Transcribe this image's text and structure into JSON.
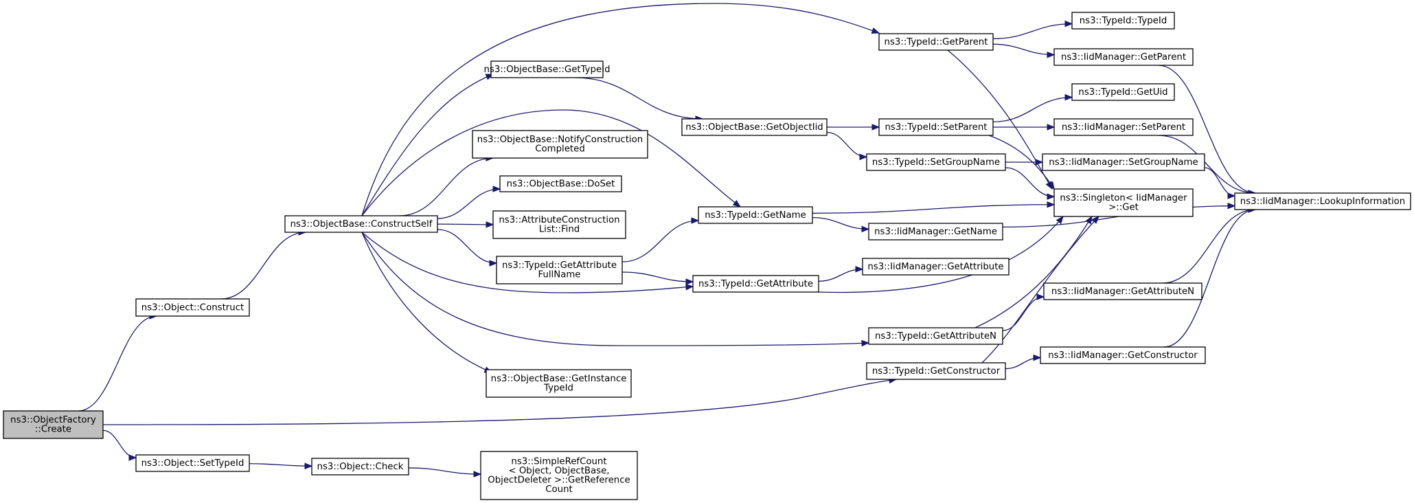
{
  "diagram": {
    "type": "call-graph",
    "nodes": [
      {
        "id": "n_create",
        "lines": [
          "ns3::ObjectFactory",
          "::Create"
        ],
        "root": true
      },
      {
        "id": "n_construct",
        "lines": [
          "ns3::Object::Construct"
        ]
      },
      {
        "id": "n_settypeid",
        "lines": [
          "ns3::Object::SetTypeId"
        ]
      },
      {
        "id": "n_check",
        "lines": [
          "ns3::Object::Check"
        ]
      },
      {
        "id": "n_refcount",
        "lines": [
          "ns3::SimpleRefCount",
          "< Object, ObjectBase,",
          " ObjectDeleter >::GetReference",
          "Count"
        ]
      },
      {
        "id": "n_constructself",
        "lines": [
          "ns3::ObjectBase::ConstructSelf"
        ]
      },
      {
        "id": "n_ob_gettypeid",
        "lines": [
          "ns3::ObjectBase::GetTypeId"
        ]
      },
      {
        "id": "n_notify",
        "lines": [
          "ns3::ObjectBase::NotifyConstruction",
          "Completed"
        ]
      },
      {
        "id": "n_doset",
        "lines": [
          "ns3::ObjectBase::DoSet"
        ]
      },
      {
        "id": "n_find",
        "lines": [
          "ns3::AttributeConstruction",
          "List::Find"
        ]
      },
      {
        "id": "n_getattrfullname",
        "lines": [
          "ns3::TypeId::GetAttribute",
          "FullName"
        ]
      },
      {
        "id": "n_getinstancetypeid",
        "lines": [
          "ns3::ObjectBase::GetInstance",
          "TypeId"
        ]
      },
      {
        "id": "n_getobjectiid",
        "lines": [
          "ns3::ObjectBase::GetObjectIid"
        ]
      },
      {
        "id": "n_getname",
        "lines": [
          "ns3::TypeId::GetName"
        ]
      },
      {
        "id": "n_getattribute",
        "lines": [
          "ns3::TypeId::GetAttribute"
        ]
      },
      {
        "id": "n_getparent",
        "lines": [
          "ns3::TypeId::GetParent"
        ]
      },
      {
        "id": "n_setparent",
        "lines": [
          "ns3::TypeId::SetParent"
        ]
      },
      {
        "id": "n_setgroupname",
        "lines": [
          "ns3::TypeId::SetGroupName"
        ]
      },
      {
        "id": "n_getattributen",
        "lines": [
          "ns3::TypeId::GetAttributeN"
        ]
      },
      {
        "id": "n_getconstructor",
        "lines": [
          "ns3::TypeId::GetConstructor"
        ]
      },
      {
        "id": "n_typeid_typeid",
        "lines": [
          "ns3::TypeId::TypeId"
        ]
      },
      {
        "id": "n_iid_getparent",
        "lines": [
          "ns3::IidManager::GetParent"
        ]
      },
      {
        "id": "n_getuid",
        "lines": [
          "ns3::TypeId::GetUid"
        ]
      },
      {
        "id": "n_iid_setparent",
        "lines": [
          "ns3::IidManager::SetParent"
        ]
      },
      {
        "id": "n_iid_setgroupname",
        "lines": [
          "ns3::IidManager::SetGroupName"
        ]
      },
      {
        "id": "n_singleton_get",
        "lines": [
          "ns3::Singleton< IidManager",
          " >::Get"
        ]
      },
      {
        "id": "n_iid_getname",
        "lines": [
          "ns3::IidManager::GetName"
        ]
      },
      {
        "id": "n_iid_getattribute",
        "lines": [
          "ns3::IidManager::GetAttribute"
        ]
      },
      {
        "id": "n_iid_getattributen",
        "lines": [
          "ns3::IidManager::GetAttributeN"
        ]
      },
      {
        "id": "n_iid_getconstructor",
        "lines": [
          "ns3::IidManager::GetConstructor"
        ]
      },
      {
        "id": "n_lookup",
        "lines": [
          "ns3::IidManager::LookupInformation"
        ]
      }
    ],
    "edges": [
      {
        "from": "n_create",
        "to": "n_construct"
      },
      {
        "from": "n_create",
        "to": "n_getconstructor"
      },
      {
        "from": "n_create",
        "to": "n_settypeid"
      },
      {
        "from": "n_construct",
        "to": "n_constructself"
      },
      {
        "from": "n_settypeid",
        "to": "n_check"
      },
      {
        "from": "n_check",
        "to": "n_refcount"
      },
      {
        "from": "n_constructself",
        "to": "n_getparent"
      },
      {
        "from": "n_constructself",
        "to": "n_ob_gettypeid"
      },
      {
        "from": "n_constructself",
        "to": "n_getname"
      },
      {
        "from": "n_constructself",
        "to": "n_notify"
      },
      {
        "from": "n_constructself",
        "to": "n_doset"
      },
      {
        "from": "n_constructself",
        "to": "n_find"
      },
      {
        "from": "n_constructself",
        "to": "n_getattrfullname"
      },
      {
        "from": "n_constructself",
        "to": "n_getattribute"
      },
      {
        "from": "n_constructself",
        "to": "n_getattributen"
      },
      {
        "from": "n_constructself",
        "to": "n_getinstancetypeid"
      },
      {
        "from": "n_ob_gettypeid",
        "to": "n_getobjectiid"
      },
      {
        "from": "n_getobjectiid",
        "to": "n_setparent"
      },
      {
        "from": "n_getobjectiid",
        "to": "n_setgroupname"
      },
      {
        "from": "n_getattrfullname",
        "to": "n_getname"
      },
      {
        "from": "n_getattrfullname",
        "to": "n_getattribute"
      },
      {
        "from": "n_getname",
        "to": "n_singleton_get"
      },
      {
        "from": "n_getname",
        "to": "n_iid_getname"
      },
      {
        "from": "n_getattribute",
        "to": "n_iid_getattribute"
      },
      {
        "from": "n_getattribute",
        "to": "n_singleton_get"
      },
      {
        "from": "n_getparent",
        "to": "n_typeid_typeid"
      },
      {
        "from": "n_getparent",
        "to": "n_iid_getparent"
      },
      {
        "from": "n_getparent",
        "to": "n_singleton_get"
      },
      {
        "from": "n_setparent",
        "to": "n_getuid"
      },
      {
        "from": "n_setparent",
        "to": "n_iid_setparent"
      },
      {
        "from": "n_setparent",
        "to": "n_singleton_get"
      },
      {
        "from": "n_setgroupname",
        "to": "n_iid_setgroupname"
      },
      {
        "from": "n_setgroupname",
        "to": "n_singleton_get"
      },
      {
        "from": "n_getattributen",
        "to": "n_singleton_get"
      },
      {
        "from": "n_getattributen",
        "to": "n_iid_getattributen"
      },
      {
        "from": "n_getconstructor",
        "to": "n_singleton_get"
      },
      {
        "from": "n_getconstructor",
        "to": "n_iid_getconstructor"
      },
      {
        "from": "n_iid_getparent",
        "to": "n_lookup"
      },
      {
        "from": "n_iid_setparent",
        "to": "n_lookup"
      },
      {
        "from": "n_iid_setgroupname",
        "to": "n_lookup"
      },
      {
        "from": "n_iid_getname",
        "to": "n_lookup"
      },
      {
        "from": "n_iid_getattributen",
        "to": "n_lookup"
      },
      {
        "from": "n_iid_getconstructor",
        "to": "n_lookup"
      }
    ],
    "colors": {
      "edge": "#191970",
      "node_fill": "#ffffff",
      "root_fill": "#bfbfbf",
      "border": "#000000"
    }
  }
}
